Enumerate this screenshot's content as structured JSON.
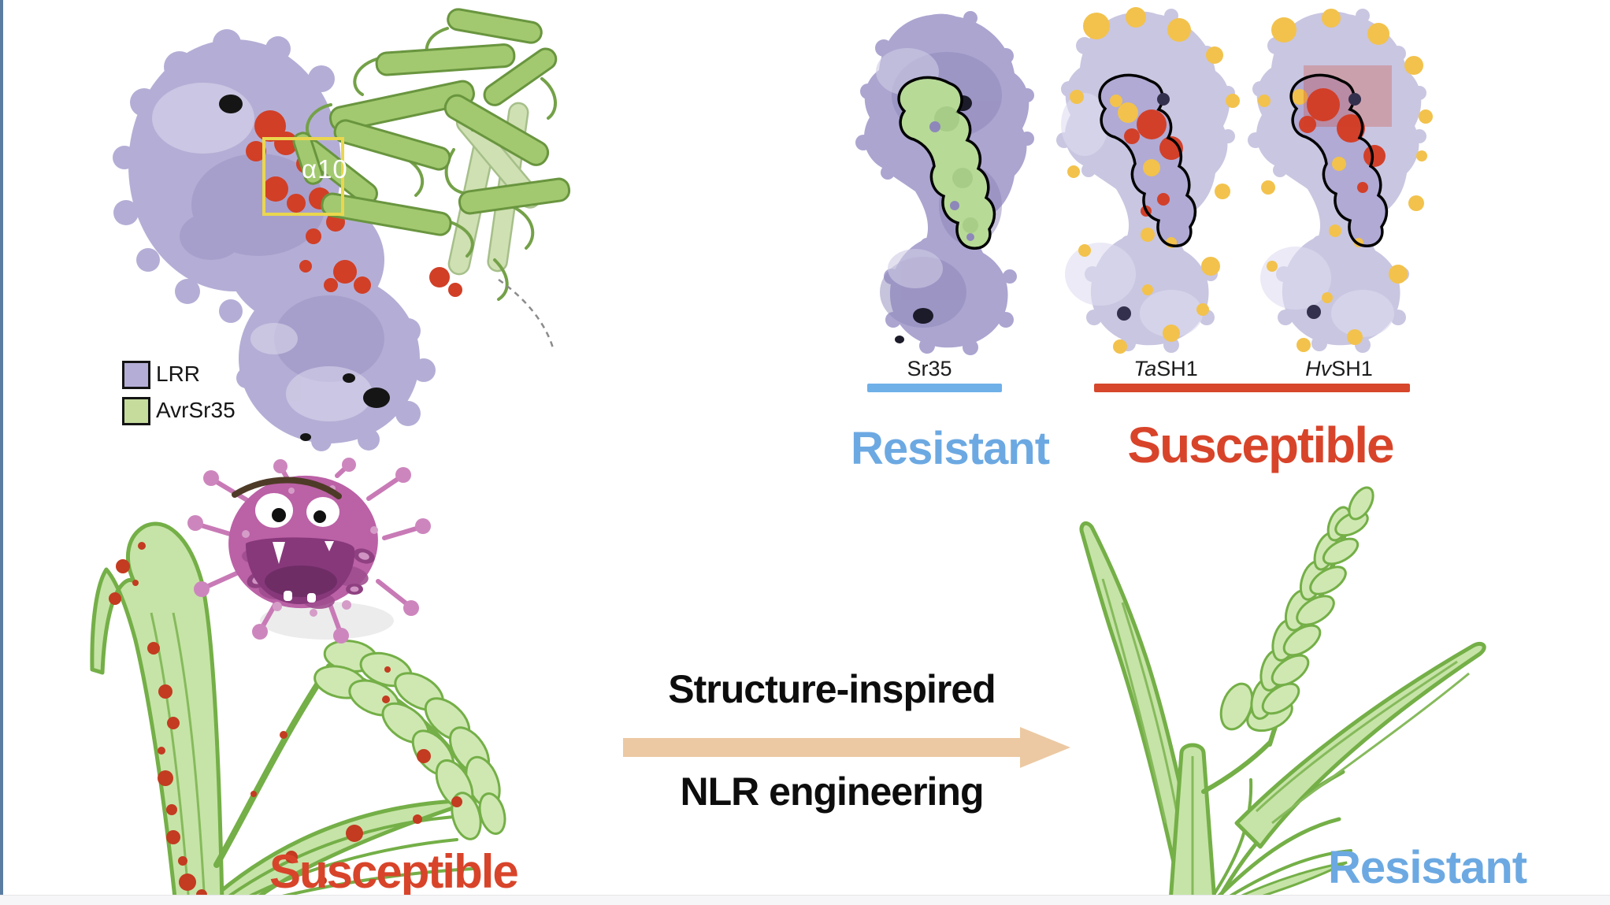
{
  "top_left": {
    "alpha_helix_label": "α10",
    "highlight_box_color": "#ead74e",
    "legend": [
      {
        "label": "LRR",
        "color": "#b4aed6"
      },
      {
        "label": "AvrSr35",
        "color": "#c5dc9d"
      }
    ],
    "surface_red_patch_color": "#d13f26"
  },
  "top_right": {
    "proteins": [
      {
        "prefix": "",
        "rest": "Sr35",
        "underline_color": "#6fb0e8"
      },
      {
        "prefix": "Ta",
        "rest": "SH1",
        "underline_color": "#d6472b"
      },
      {
        "prefix": "Hv",
        "rest": "SH1",
        "underline_color": "#d6472b"
      }
    ],
    "resistant_label": "Resistant",
    "susceptible_label": "Susceptible",
    "resistant_color": "#6ca9e2",
    "susceptible_color": "#d8442a",
    "interface_colors": {
      "sr35_patch": "#b7da97",
      "polymorphic_yellow": "#f2c24c",
      "polymorphic_red": "#d2402a"
    }
  },
  "center": {
    "arrow_text_top": "Structure-inspired",
    "arrow_text_bottom": "NLR engineering",
    "arrow_color": "#ecc9a3"
  },
  "bottom_left": {
    "label": "Susceptible",
    "label_color": "#d8442a"
  },
  "bottom_right": {
    "label": "Resistant",
    "label_color": "#6ca9e2"
  }
}
